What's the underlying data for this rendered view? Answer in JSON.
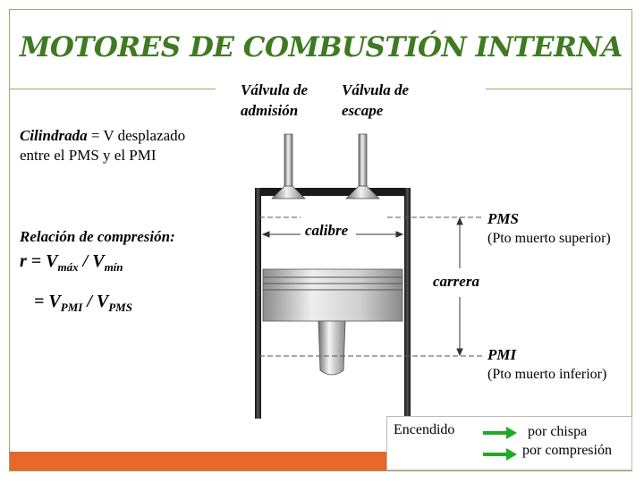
{
  "title": "MOTORES DE COMBUSTIÓN INTERNA",
  "valves": {
    "intake_line1": "Válvula de",
    "intake_line2": "admisión",
    "exhaust_line1": "Válvula de",
    "exhaust_line2": "escape"
  },
  "displacement": {
    "term": "Cilindrada",
    "definition_rest": " = V desplazado",
    "line2": "entre el PMS y el PMI"
  },
  "compression": {
    "heading": "Relación de compresión:",
    "formula1": {
      "lhs": "r = V",
      "sub1": "máx",
      "mid": " / V",
      "sub2": "mín"
    },
    "formula2": {
      "lhs": "= V",
      "sub1": "PMI",
      "mid": " / V",
      "sub2": "PMS"
    }
  },
  "diagram_labels": {
    "bore": "calibre",
    "stroke": "carrera",
    "tdc": "PMS",
    "tdc_desc": "(Pto muerto superior)",
    "bdc": "PMI",
    "bdc_desc": "(Pto muerto inferior)"
  },
  "ignition": {
    "label": "Encendido",
    "option1": "por chispa",
    "option2": "por compresión"
  },
  "colors": {
    "title": "#3f7a22",
    "frame": "#b39a6e",
    "bottom_bar": "#e5692a",
    "arrow": "#22a826"
  }
}
